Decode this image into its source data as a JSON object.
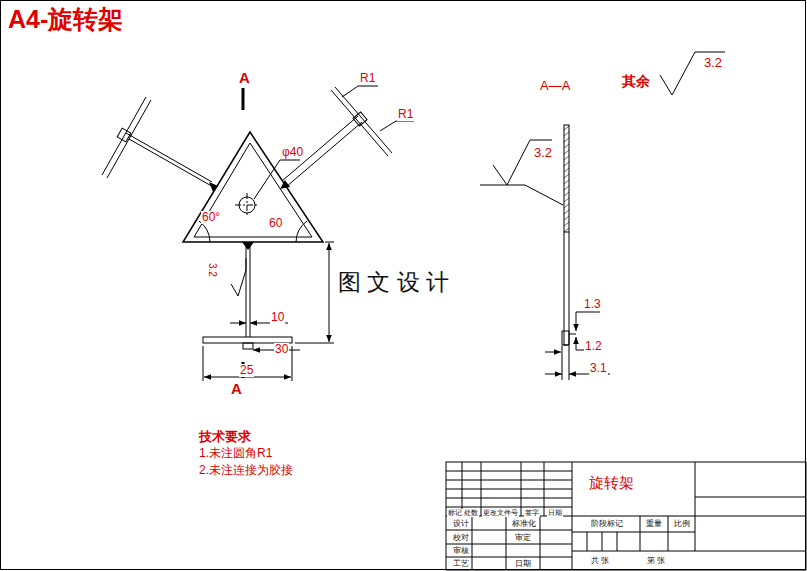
{
  "diagram": {
    "title": "A4-旋转架",
    "labels": [
      "A",
      "A",
      "R1",
      "R1",
      "φ40",
      "60°",
      "60",
      "3.2",
      "10",
      "30",
      "25",
      "图 文 设 计",
      "A—A",
      "其余",
      "3.2",
      "3.2",
      "1.3",
      "1.2",
      "3.1",
      "技术要求",
      "1.未注圆角R1",
      "2.未注连接为胶接",
      "旋转架",
      "标记",
      "处数",
      "更改文件号",
      "签字",
      "日期",
      "设计",
      "标准化",
      "校对",
      "审定",
      "审核",
      "工艺",
      "日期",
      "阶段标记",
      "重量",
      "比例",
      "共 张",
      "第 张"
    ]
  }
}
